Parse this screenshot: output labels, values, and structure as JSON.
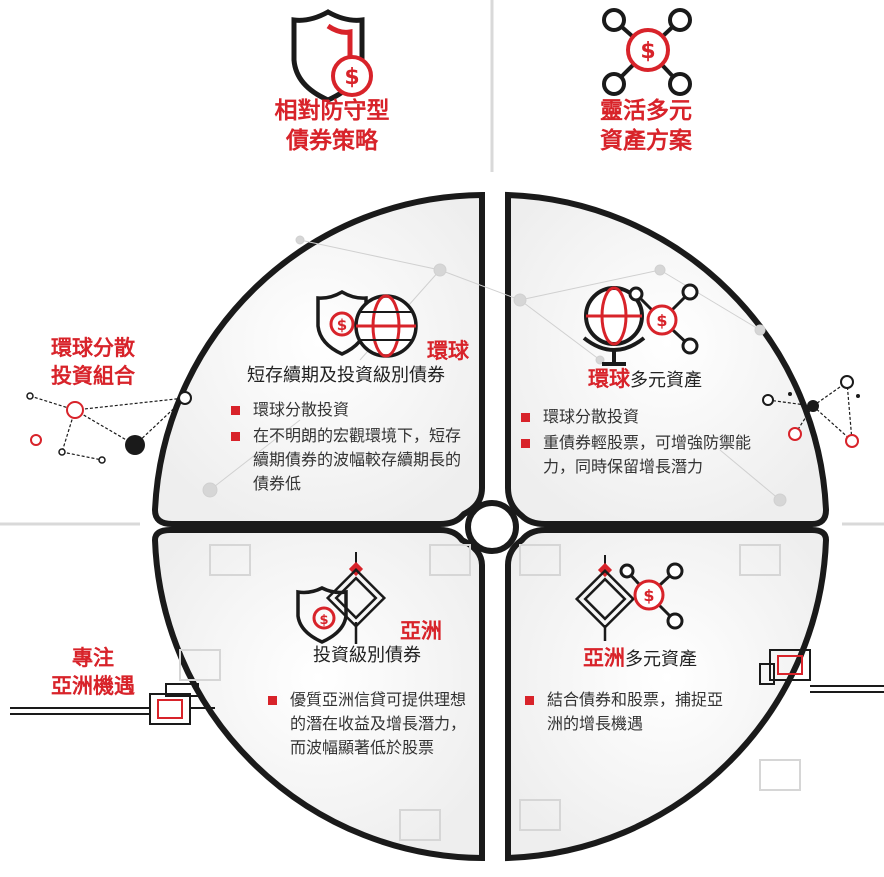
{
  "top_left": {
    "line1": "相對防守型",
    "line2": "債券策略",
    "icon": "shield-dollar-icon"
  },
  "top_right": {
    "line1": "靈活多元",
    "line2": "資產方案",
    "icon": "network-dollar-icon"
  },
  "side_left_top": {
    "line1": "環球分散",
    "line2": "投資組合",
    "icon": "network-nodes-icon"
  },
  "side_left_bottom": {
    "line1": "專注",
    "line2": "亞洲機遇",
    "icon": "chinese-knot-pattern-icon"
  },
  "quadrants": {
    "global_bond": {
      "title_red": "環球",
      "subtitle": "短存續期及投資級別債券",
      "bullets": [
        "環球分散投資",
        "在不明朗的宏觀環境下，短存續期債券的波幅較存續期長的債券低"
      ]
    },
    "global_multi": {
      "title_red": "環球",
      "title_rest": "多元資產",
      "bullets": [
        "環球分散投資",
        "重債券輕股票，可增強防禦能力，同時保留增長潛力"
      ]
    },
    "asia_bond": {
      "title_red": "亞洲",
      "subtitle": "投資級別債券",
      "bullets": [
        "優質亞洲信貸可提供理想的潛在收益及增長潛力，而波幅顯著低於股票"
      ]
    },
    "asia_multi": {
      "title_red": "亞洲",
      "title_rest": "多元資產",
      "bullets": [
        "結合債券和股票，捕捉亞洲的增長機遇"
      ]
    }
  },
  "colors": {
    "accent": "#d8232a",
    "dark": "#1a1a1a",
    "divider": "#d9d9d9"
  }
}
